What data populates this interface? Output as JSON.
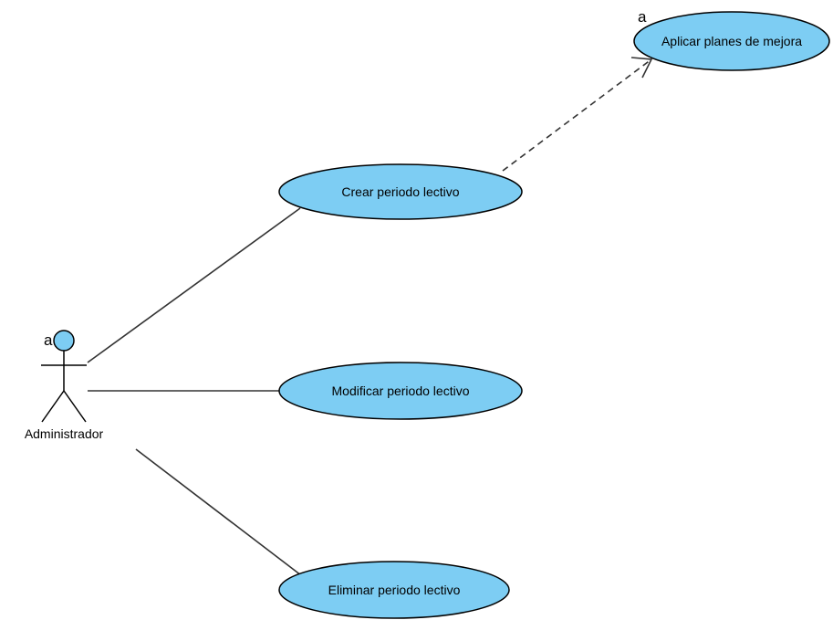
{
  "colors": {
    "use_case_fill": "#7dcdf3",
    "actor_head_fill": "#7dcdf3",
    "stroke": "#000000",
    "line": "#333333"
  },
  "actor": {
    "name": "Administrador",
    "marker": "a"
  },
  "use_cases": {
    "crear": {
      "label": "Crear periodo lectivo"
    },
    "modificar": {
      "label": "Modificar periodo lectivo"
    },
    "eliminar": {
      "label": "Eliminar periodo lectivo"
    },
    "aplicar": {
      "label": "Aplicar planes de mejora",
      "marker": "a"
    }
  },
  "relationships": [
    {
      "type": "association",
      "from": "Administrador",
      "to": "Crear periodo lectivo"
    },
    {
      "type": "association",
      "from": "Administrador",
      "to": "Modificar periodo lectivo"
    },
    {
      "type": "association",
      "from": "Administrador",
      "to": "Eliminar periodo lectivo"
    },
    {
      "type": "dependency",
      "style": "dashed-open-arrow",
      "from": "Crear periodo lectivo",
      "to": "Aplicar planes de mejora"
    }
  ]
}
